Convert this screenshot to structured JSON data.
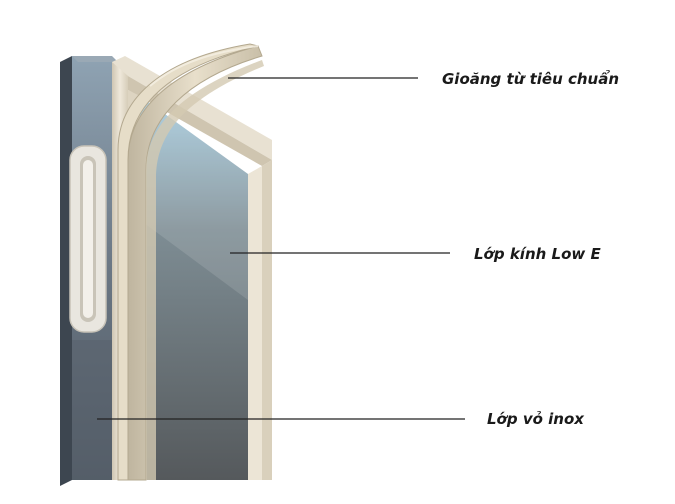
{
  "diagram": {
    "callouts": [
      {
        "id": "gasket",
        "label": "Gioăng từ tiêu chuẩn"
      },
      {
        "id": "glass",
        "label": "Lớp kính Low E"
      },
      {
        "id": "shell",
        "label": "Lớp vỏ inox"
      }
    ]
  },
  "colors": {
    "background": "#ffffff",
    "frame_steel": "#6f7f8c",
    "frame_edge": "#4b5560",
    "beige_frame": "#e7dfcf",
    "gasket": "#ddd3bd",
    "glass_top": "#9fc3d6",
    "glass_bottom": "#5a5f62",
    "leader_line": "#222222"
  }
}
